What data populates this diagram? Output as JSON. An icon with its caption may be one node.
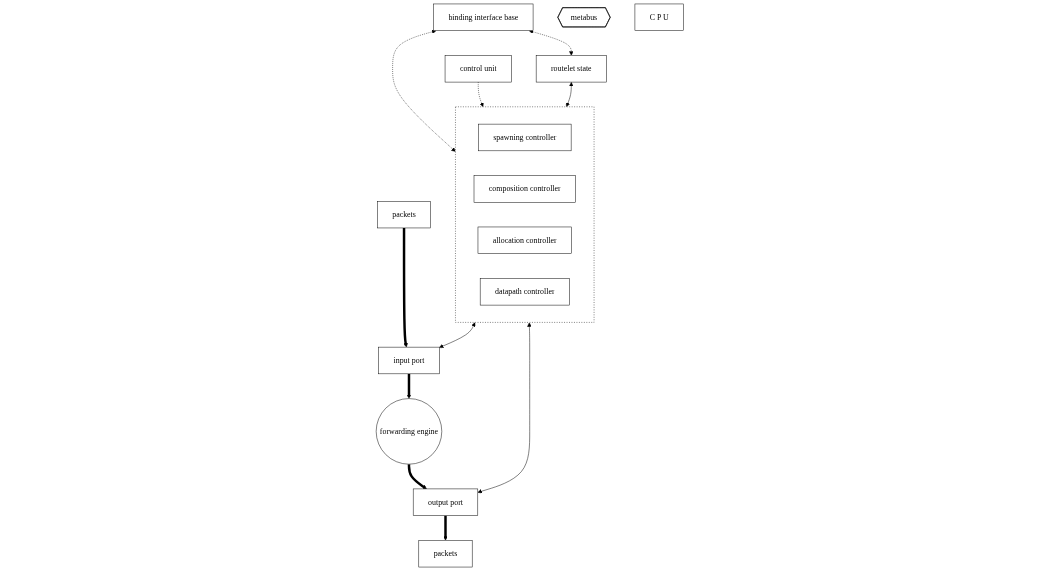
{
  "diagram": {
    "nodes": [
      {
        "text": [
          "binding interface base"
        ]
      },
      {
        "text": [
          "metabus"
        ]
      },
      {
        "text": [
          "routelet state"
        ]
      },
      {
        "text": [
          "control unit"
        ]
      },
      {
        "text": [],
        "shape": "box"
      },
      {
        "text": [
          "spawning controller"
        ],
        "in": 4
      },
      {
        "text": [
          "composition controller"
        ],
        "in": 4
      },
      {
        "text": [
          "allocation controller"
        ],
        "in": 4
      },
      {
        "text": [
          "datapath controller"
        ],
        "in": 4
      },
      {
        "text": [
          "packets"
        ]
      },
      {
        "text": [
          "input port"
        ]
      },
      {
        "text": [
          "forwarding engine"
        ]
      },
      {
        "text": [
          "output port"
        ]
      },
      {
        "text": [
          "packets"
        ]
      },
      {
        "text": [
          "C P U"
        ]
      }
    ],
    "edges": [
      {
        "from": 0,
        "to": 2,
        "arrow": "both",
        "style": "dashed"
      },
      {
        "from": 0,
        "to": 4,
        "arrow": "both",
        "style": "dashed"
      },
      {
        "from": 3,
        "to": 4,
        "arrow": "to",
        "style": "dashed"
      },
      {
        "from": 2,
        "to": 4,
        "arrow": "both"
      },
      {
        "from": 4,
        "to": 10,
        "arrow": "both"
      },
      {
        "from": 4,
        "to": 12,
        "arrow": "both"
      },
      {
        "from": 9,
        "to": 10,
        "arrow": "to",
        "style": "thick"
      },
      {
        "from": 10,
        "to": 11,
        "arrow": "to",
        "style": "thick"
      },
      {
        "from": 11,
        "to": 12,
        "arrow": "to",
        "style": "thick"
      },
      {
        "from": 12,
        "to": 13,
        "arrow": "to",
        "style": "thick"
      }
    ]
  }
}
